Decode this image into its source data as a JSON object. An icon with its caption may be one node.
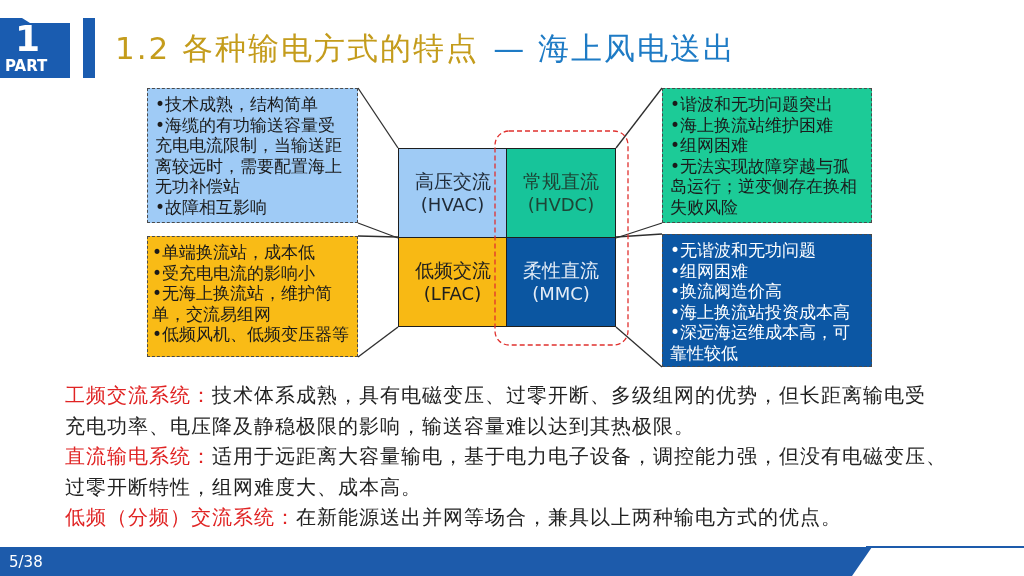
{
  "diagram": {
    "title": "1.2 各种输电方式的特点",
    "nodes": [
      {
        "text": [
          "•技术成熟，结构简单",
          "•海缆的有功输送容量受充电电流限制，当输送距离较远时，需要配置海上无功补偿站",
          "•故障相互影响"
        ]
      },
      {
        "text": [
          "高压交流",
          "(HVAC)"
        ]
      },
      {
        "text": [
          "常规直流",
          "(HVDC)"
        ]
      },
      {
        "text": [
          "•谐波和无功问题突出",
          "•海上换流站维护困难",
          "•组网困难",
          "•无法实现故障穿越与孤岛运行；逆变侧存在换相失败风险"
        ]
      },
      {
        "text": [
          "•单端换流站，成本低",
          "•受充电电流的影响小",
          "•无海上换流站，维护简单，交流易组网",
          "•低频风机、低频变压器等"
        ]
      },
      {
        "text": [
          "低频交流",
          "(LFAC)"
        ]
      },
      {
        "text": [
          "柔性直流",
          "(MMC)"
        ]
      },
      {
        "text": [
          "•无谐波和无功问题",
          "•组网困难",
          "•换流阀造价高",
          "•海上换流站投资成本高",
          "•深远海运维成本高，可靠性较低"
        ]
      }
    ],
    "edges": [
      {
        "from": 0,
        "to": 1,
        "arrow": "none"
      },
      {
        "from": 0,
        "to": 1,
        "arrow": "none"
      },
      {
        "from": 3,
        "to": 2,
        "arrow": "none"
      },
      {
        "from": 3,
        "to": 2,
        "arrow": "none"
      },
      {
        "from": 4,
        "to": 5,
        "arrow": "none"
      },
      {
        "from": 4,
        "to": 5,
        "arrow": "none"
      },
      {
        "from": 7,
        "to": 6,
        "arrow": "none"
      },
      {
        "from": 7,
        "to": 6,
        "arrow": "none"
      }
    ],
    "labels": [
      "1",
      "PART",
      "— 海上风电送出",
      "工频交流系统：",
      "技术体系成熟，具有电磁变压、过零开断、多级组网的优势，但长距离输电受充电功率、电压降及静稳极限的影响，输送容量难以达到其热极限。",
      "直流输电系统：",
      "适用于远距离大容量输电，基于电力电子设备，调控能力强，但没有电磁变压、过零开断特性，组网难度大、成本高。",
      "低频（分频）交流系统：",
      "在新能源送出并网等场合，兼具以上两种输电方式的优点。",
      "5/38"
    ]
  }
}
